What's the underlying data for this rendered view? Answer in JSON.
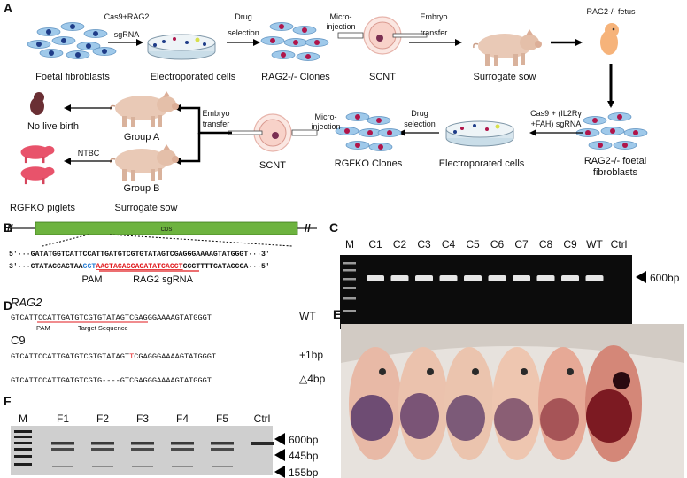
{
  "panel_labels": {
    "a": "A",
    "b": "B",
    "c": "C",
    "d": "D",
    "e": "E",
    "f": "F"
  },
  "panel_a": {
    "step1_label": "Foetal fibroblasts",
    "arrow1_line1": "Cas9+RAG2",
    "arrow1_line2": "sgRNA",
    "step2_label": "Electroporated cells",
    "arrow2_line1": "Drug",
    "arrow2_line2": "selection",
    "step3_label": "RAG2-/- Clones",
    "arrow3_line1": "Micro-",
    "arrow3_line2": "injection",
    "step4_label": "SCNT",
    "arrow4_line1": "Embryo",
    "arrow4_line2": "transfer",
    "step5_label": "Surrogate sow",
    "fetus_label": "RAG2-/- fetus",
    "step6_label_line1": "RAG2-/- foetal",
    "step6_label_line2": "fibroblasts",
    "arrow6_line1": "Cas9 + (IL2Rγ",
    "arrow6_line2": "+FAH) sgRNA",
    "step7_label": "Electroporated cells",
    "arrow7_line1": "Drug",
    "arrow7_line2": "selection",
    "step8_label": "RGFKO Clones",
    "arrow8_line1": "Micro-",
    "arrow8_line2": "injection",
    "step9_label": "SCNT",
    "arrow9_line1": "Embryo",
    "arrow9_line2": "transfer",
    "group_a_label": "Group A",
    "group_b_label": "Group B",
    "surrogate_label": "Surrogate sow",
    "no_birth_label": "No live birth",
    "ntbc_label": "NTBC",
    "piglets_label": "RGFKO piglets"
  },
  "panel_b": {
    "cds_label": "CDS",
    "top_seq_prefix": "5'···",
    "top_seq": "GATATGGTCATTCCATTGATGTCGTGTATAGTCGAGGGAAAAGTATGGGT",
    "top_seq_suffix": "···3'",
    "bot_prefix": "3'···",
    "bot_seq_a": "CTATACCAGTAA",
    "bot_pam": "GGT",
    "bot_guide": "AACTACAGCACATATCAGCT",
    "bot_seq_b": "CCCTTTTCATACCCA",
    "bot_suffix": "···5'",
    "pam_label": "PAM",
    "sgrna_label": "RAG2 sgRNA",
    "colors": {
      "cds_fill": "#6db33f",
      "pam": "#2a7fd4",
      "guide": "#e0191c"
    }
  },
  "panel_c": {
    "marker_label": "M",
    "lanes": [
      "C1",
      "C2",
      "C3",
      "C4",
      "C5",
      "C6",
      "C7",
      "C8",
      "C9",
      "WT",
      "Ctrl"
    ],
    "band_label": "600bp"
  },
  "panel_d": {
    "gene_label": "RAG2",
    "wt_seq": "GTCATTCCATTGATGTCGTGTATAGTCGAGGGAAAAGTATGGGT",
    "wt_tag": "WT",
    "pam_label": "PAM",
    "target_label": "Target Sequence",
    "clone_label": "C9",
    "ins_seq_a": "GTCATTCCATTGATGTCGTGTATAGT",
    "ins_base": "T",
    "ins_seq_b": "CGAGGGAAAAGTATGGGT",
    "ins_tag": "+1bp",
    "del_seq": "GTCATTCCATTGATGTCGTG----GTCGAGGGAAAAGTATGGGT",
    "del_tag": "△4bp",
    "colors": {
      "underline": "#e0191c",
      "insert": "#e0191c"
    }
  },
  "panel_f": {
    "marker_label": "M",
    "lanes": [
      "F1",
      "F2",
      "F3",
      "F4",
      "F5",
      "Ctrl"
    ],
    "band_labels": [
      "600bp",
      "445bp",
      "155bp"
    ]
  }
}
